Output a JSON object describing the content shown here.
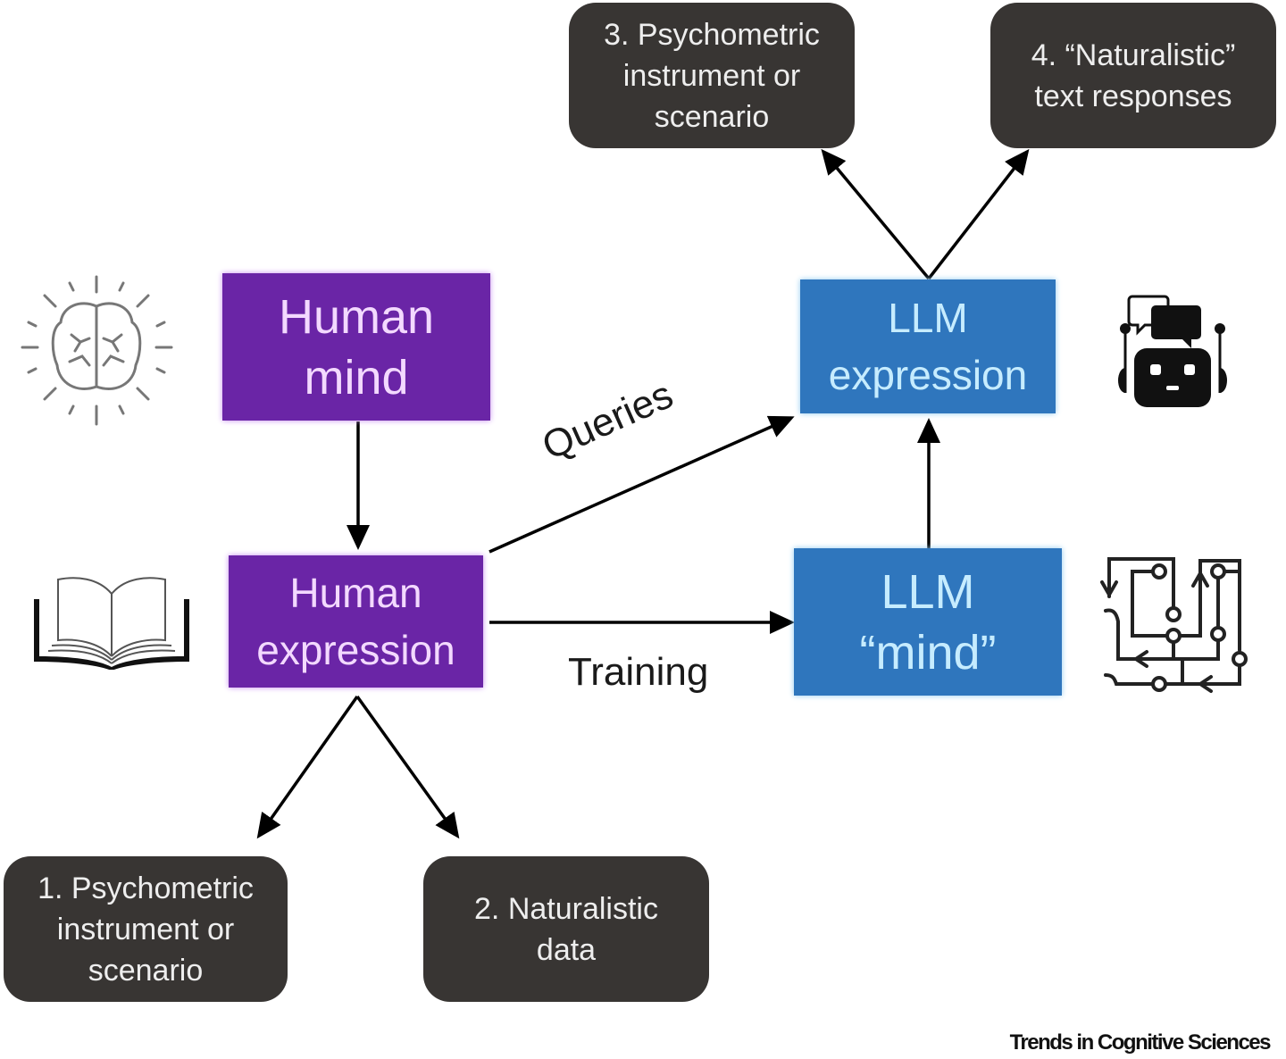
{
  "diagram": {
    "nodes": {
      "human_mind": "Human\nmind",
      "human_expression": "Human\nexpression",
      "llm_expression": "LLM\nexpression",
      "llm_mind": "LLM\n“mind”",
      "box1": "1. Psychometric\ninstrument or\nscenario",
      "box2": "2. Naturalistic\ndata",
      "box3": "3. Psychometric\ninstrument or\nscenario",
      "box4": "4. “Naturalistic”\ntext responses"
    },
    "edges": [
      {
        "from": "human_mind",
        "to": "human_expression",
        "label": ""
      },
      {
        "from": "human_expression",
        "to": "llm_expression",
        "label": "Queries"
      },
      {
        "from": "human_expression",
        "to": "llm_mind",
        "label": "Training"
      },
      {
        "from": "llm_mind",
        "to": "llm_expression",
        "label": ""
      },
      {
        "from": "human_expression",
        "to": "box1",
        "label": ""
      },
      {
        "from": "human_expression",
        "to": "box2",
        "label": ""
      },
      {
        "from": "llm_expression",
        "to": "box3",
        "label": ""
      },
      {
        "from": "llm_expression",
        "to": "box4",
        "label": ""
      }
    ],
    "edge_labels": {
      "queries": "Queries",
      "training": "Training"
    },
    "icons": [
      "brain-icon",
      "open-book-icon",
      "robot-chat-icon",
      "circuit-icon"
    ],
    "colors": {
      "human": "#6a25a6",
      "llm": "#2f76bd",
      "output": "#383533"
    }
  },
  "credit": "Trends in Cognitive Sciences"
}
